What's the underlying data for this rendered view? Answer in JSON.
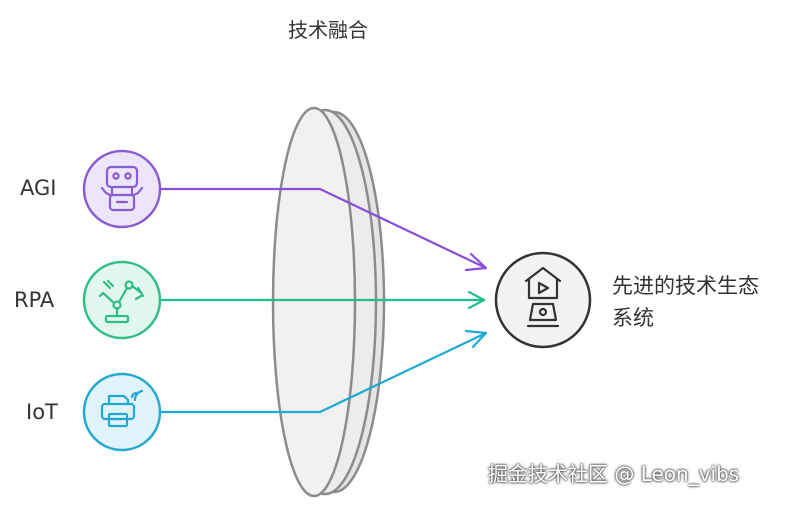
{
  "title": "技术融合",
  "inputs": [
    {
      "label": "AGI",
      "icon": "robot-icon",
      "fill": "#ede6fb",
      "stroke": "#8a5cd1"
    },
    {
      "label": "RPA",
      "icon": "robot-arm-icon",
      "fill": "#e2f7ee",
      "stroke": "#2fbe86"
    },
    {
      "label": "IoT",
      "icon": "wireless-printer-icon",
      "fill": "#e2f4fb",
      "stroke": "#23a8d2"
    }
  ],
  "arrow_colors": [
    "#8a4fd6",
    "#1fbf85",
    "#1eaad3"
  ],
  "lens_colors": {
    "fill": "#eeeeee",
    "stroke": "#8c8c8c"
  },
  "output": {
    "label_line1": "先进的技术生态",
    "label_line2": "系统",
    "icon": "smart-home-media-icon",
    "fill": "#f2f2f2",
    "stroke": "#333333"
  },
  "watermark": "掘金技术社区 @ Leon_vibs"
}
